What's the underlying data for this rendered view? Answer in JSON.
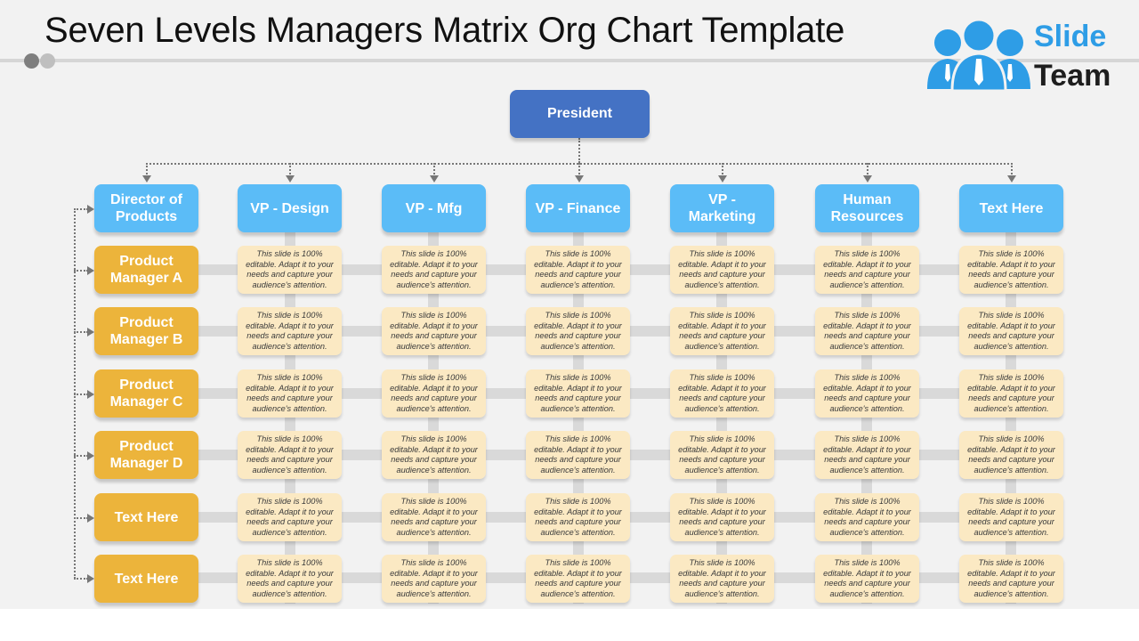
{
  "title": "Seven Levels Managers Matrix Org Chart Template",
  "logo": {
    "line1": "Slide",
    "line2": "Team",
    "icon": "people-group-icon"
  },
  "colors": {
    "president": "#4472c4",
    "department_head": "#5bbcf7",
    "row_head": "#ecb43b",
    "cell": "#fbe9c3",
    "connector": "#777777",
    "gridline": "#d9d9d9",
    "background": "#f2f2f2"
  },
  "president": {
    "label": "President"
  },
  "columns": [
    {
      "label": "Director of Products"
    },
    {
      "label": "VP - Design"
    },
    {
      "label": "VP - Mfg"
    },
    {
      "label": "VP - Finance"
    },
    {
      "label": "VP - Marketing"
    },
    {
      "label": "Human Resources"
    },
    {
      "label": "Text Here"
    }
  ],
  "rows": [
    {
      "label": "Product Manager A"
    },
    {
      "label": "Product Manager B"
    },
    {
      "label": "Product Manager C"
    },
    {
      "label": "Product Manager D"
    },
    {
      "label": "Text Here"
    },
    {
      "label": "Text Here"
    }
  ],
  "cell_text": "This slide is 100% editable. Adapt it to your needs and capture your audience's attention."
}
